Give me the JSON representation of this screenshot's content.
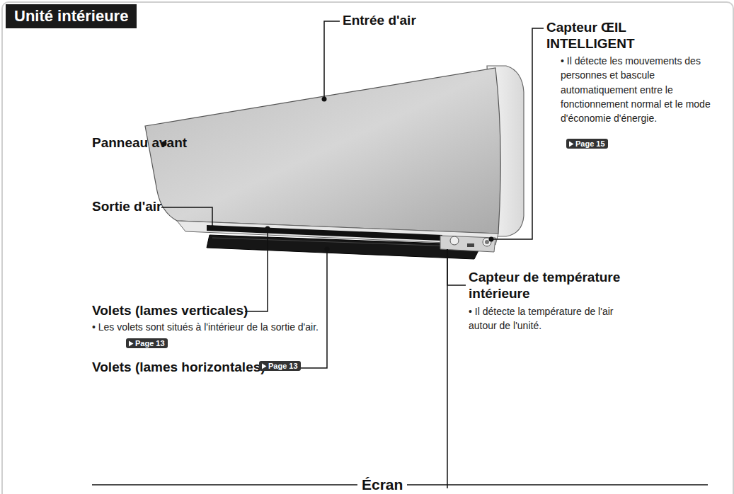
{
  "diagram": {
    "title": "Unité intérieure",
    "labels": [
      "Entrée d'air",
      "Capteur ŒIL INTELLIGENT",
      "• Il détecte les mouvements des personnes et bascule automatiquement entre le fonctionnement normal et le mode d'économie d'énergie.",
      "Page 15",
      "Panneau avant",
      "Sortie d'air",
      "Volets (lames verticales)",
      "• Les volets sont situés à l'intérieur de la sortie d'air.",
      "Page 13",
      "Volets (lames horizontales)",
      "Page 13",
      "Capteur de température intérieure",
      "• Il détecte la température de l'air autour de l'unité.",
      "Écran"
    ]
  }
}
